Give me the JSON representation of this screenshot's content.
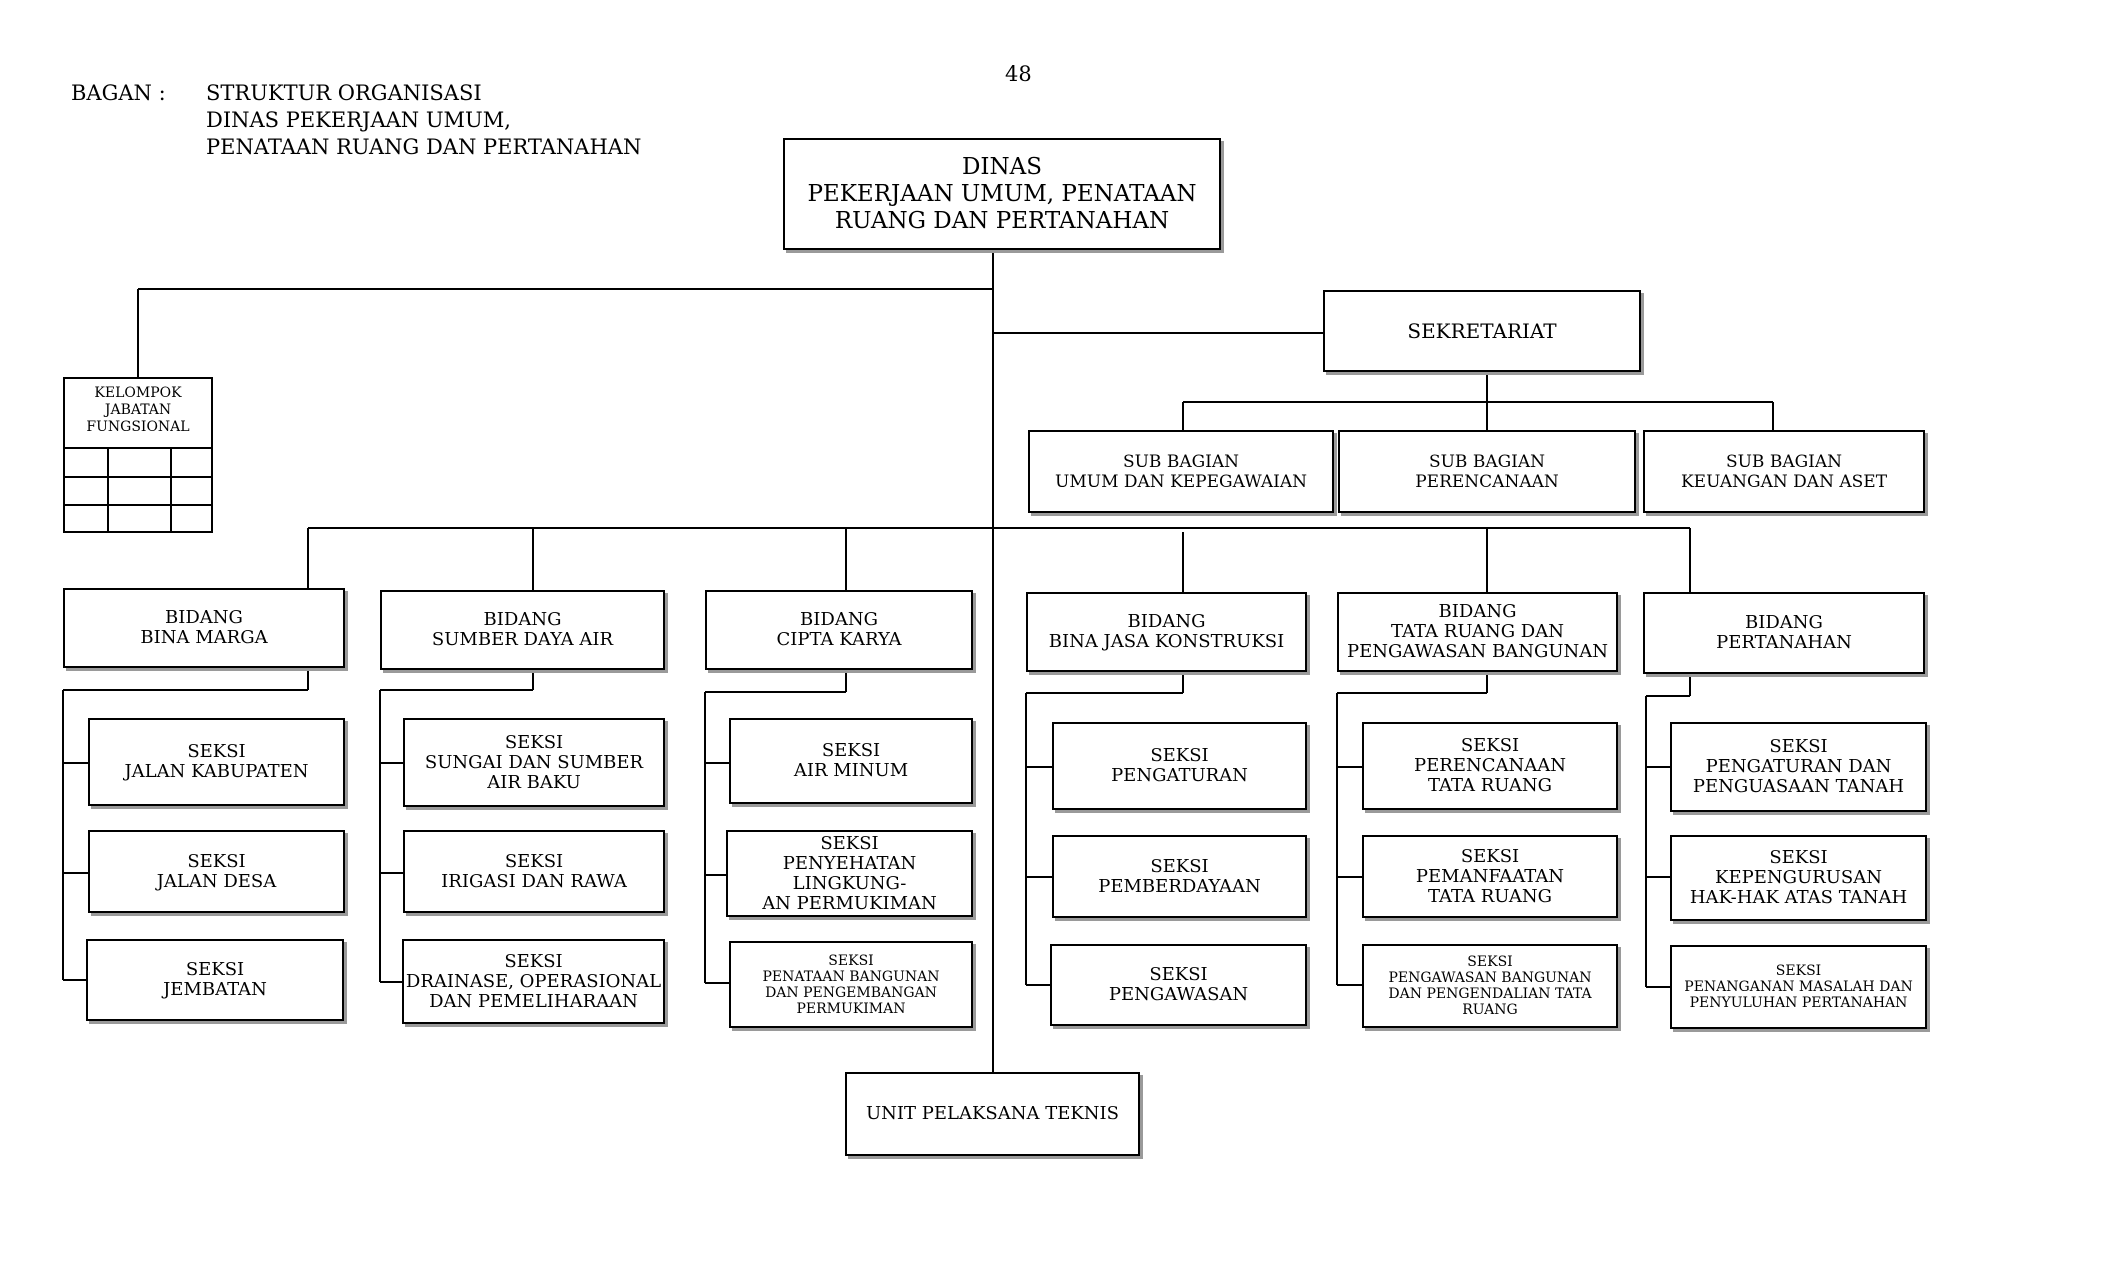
{
  "page_number": "48",
  "header": {
    "label": "BAGAN :",
    "line1": "STRUKTUR ORGANISASI",
    "line2": "DINAS PEKERJAAN UMUM,",
    "line3": "PENATAAN RUANG DAN PERTANAHAN"
  },
  "boxes": {
    "dinas": "DINAS\nPEKERJAAN UMUM, PENATAAN\nRUANG DAN PERTANAHAN",
    "sekretariat": "SEKRETARIAT",
    "kelompok": "KELOMPOK\nJABATAN\nFUNGSIONAL",
    "sub_umum": "SUB BAGIAN\nUMUM DAN KEPEGAWAIAN",
    "sub_perencanaan": "SUB BAGIAN\nPERENCANAAN",
    "sub_keuangan": "SUB BAGIAN\nKEUANGAN DAN ASET",
    "bidang_bina_marga": "BIDANG\nBINA MARGA",
    "bidang_sda": "BIDANG\nSUMBER DAYA AIR",
    "bidang_cipta_karya": "BIDANG\nCIPTA KARYA",
    "bidang_bina_jasa": "BIDANG\nBINA  JASA KONSTRUKSI",
    "bidang_tata_ruang": "BIDANG\nTATA RUANG DAN\nPENGAWASAN BANGUNAN",
    "bidang_pertanahan": "BIDANG\nPERTANAHAN",
    "seksi_jalan_kabupaten": "SEKSI\nJALAN KABUPATEN",
    "seksi_jalan_desa": "SEKSI\nJALAN DESA",
    "seksi_jembatan": "SEKSI\nJEMBATAN",
    "seksi_sungai": "SEKSI\nSUNGAI DAN SUMBER\nAIR BAKU",
    "seksi_irigasi": "SEKSI\nIRIGASI DAN RAWA",
    "seksi_drainase": "SEKSI\nDRAINASE, OPERASIONAL\nDAN PEMELIHARAAN",
    "seksi_air_minum": "SEKSI\nAIR MINUM",
    "seksi_penyehatan": "SEKSI\nPENYEHATAN LINGKUNG-\nAN PERMUKIMAN",
    "seksi_penataan_bangunan": "SEKSI\nPENATAAN BANGUNAN\nDAN PENGEMBANGAN\nPERMUKIMAN",
    "seksi_pengaturan": "SEKSI\nPENGATURAN",
    "seksi_pemberdayaan": "SEKSI\nPEMBERDAYAAN",
    "seksi_pengawasan": "SEKSI\nPENGAWASAN",
    "seksi_perencanaan_tr": "SEKSI\nPERENCANAAN\nTATA RUANG",
    "seksi_pemanfaatan_tr": "SEKSI\nPEMANFAATAN\nTATA RUANG",
    "seksi_pengawasan_bangunan": "SEKSI\nPENGAWASAN BANGUNAN\nDAN PENGENDALIAN TATA\nRUANG",
    "seksi_pengaturan_tanah": "SEKSI\nPENGATURAN DAN\nPENGUASAAN TANAH",
    "seksi_kepengurusan": "SEKSI\nKEPENGURUSAN\nHAK-HAK ATAS TANAH",
    "seksi_penanganan": "SEKSI\nPENANGANAN MASALAH DAN\nPENYULUHAN PERTANAHAN",
    "upt": "UNIT PELAKSANA TEKNIS"
  },
  "colors": {
    "line": "#000000",
    "shadow": "#9a9a9a"
  }
}
